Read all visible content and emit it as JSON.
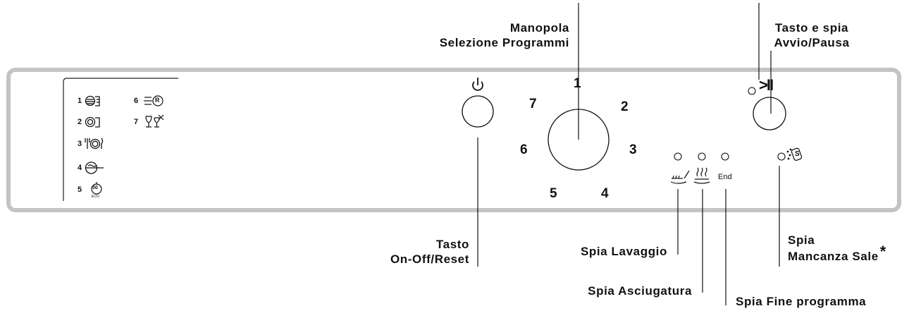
{
  "labels": {
    "manopola_line1": "Manopola",
    "manopola_line2": "Selezione Programmi",
    "tasto_spia_line1": "Tasto e spia",
    "tasto_spia_line2": "Avvio/Pausa",
    "tasto_onoff_line1": "Tasto",
    "tasto_onoff_line2": "On-Off/Reset",
    "spia_lavaggio": "Spia Lavaggio",
    "spia_asciugatura": "Spia Asciugatura",
    "spia_fine": "Spia Fine programma",
    "spia_sale_line1": "Spia",
    "spia_sale_line2": "Mancanza Sale",
    "asterisk": "*"
  },
  "dial_numbers": [
    "1",
    "2",
    "3",
    "4",
    "5",
    "6",
    "7"
  ],
  "program_list": [
    {
      "num": "1",
      "icon": "heavy-wash-icon"
    },
    {
      "num": "2",
      "icon": "pot-wash-icon"
    },
    {
      "num": "3",
      "icon": "plate-cutlery-icon"
    },
    {
      "num": "4",
      "icon": "eco-wash-icon"
    },
    {
      "num": "5",
      "icon": "timer-50-icon"
    },
    {
      "num": "6",
      "icon": "rapid-wash-icon"
    },
    {
      "num": "7",
      "icon": "glass-wash-icon"
    }
  ],
  "timer_text": "50",
  "timer_sub": "ECO",
  "rapid_text": "R",
  "salt_text": "S",
  "end_text": "End",
  "start_pause_symbol": ">II"
}
